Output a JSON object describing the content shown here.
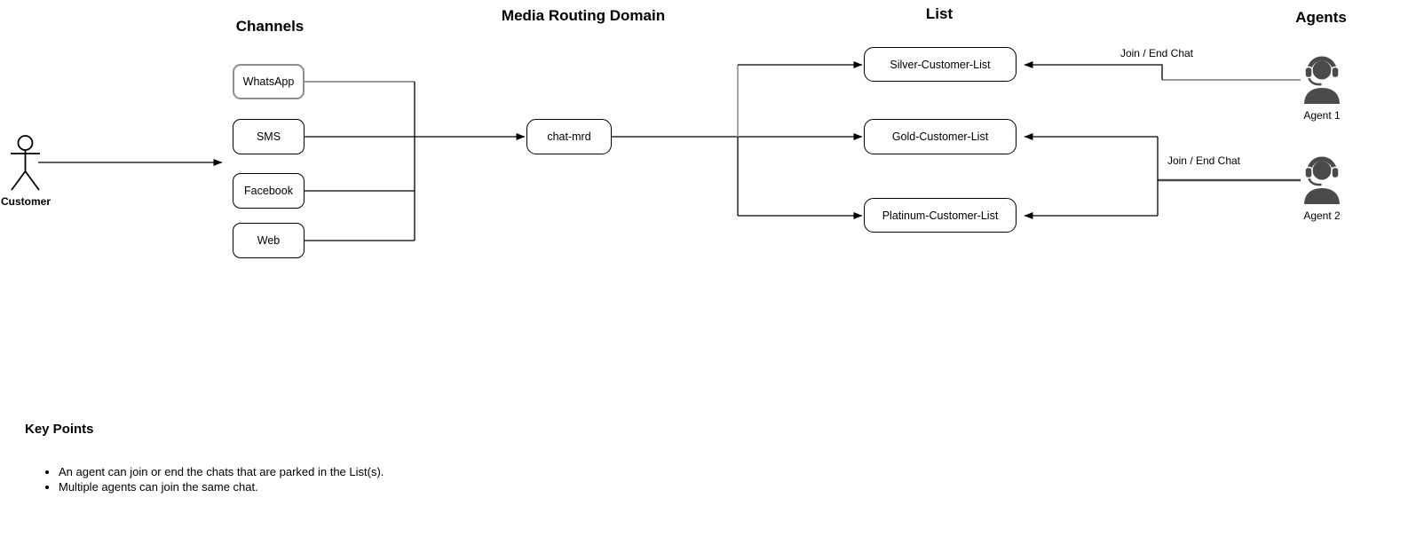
{
  "diagram": {
    "actor": {
      "label": "Customer"
    },
    "channels": {
      "title": "Channels",
      "items": [
        "WhatsApp",
        "SMS",
        "Facebook",
        "Web"
      ]
    },
    "mrd": {
      "title": "Media Routing Domain",
      "node_label": "chat-mrd"
    },
    "lists": {
      "title": "List",
      "items": [
        "Silver-Customer-List",
        "Gold-Customer-List",
        "Platinum-Customer-List"
      ]
    },
    "agents": {
      "title": "Agents",
      "items": [
        {
          "label": "Agent 1",
          "edge_label": "Join / End Chat"
        },
        {
          "label": "Agent 2",
          "edge_label": "Join / End Chat"
        }
      ]
    },
    "colors": {
      "line": "#000000",
      "highlight_gray": "#999999",
      "agent_line": "#4a4a4a",
      "agent_icon": "#4a4a4a"
    }
  },
  "key_points": {
    "title": "Key Points",
    "bullets": [
      "An agent can join or end the chats that are parked in the List(s).",
      "Multiple agents can join the same chat."
    ]
  }
}
